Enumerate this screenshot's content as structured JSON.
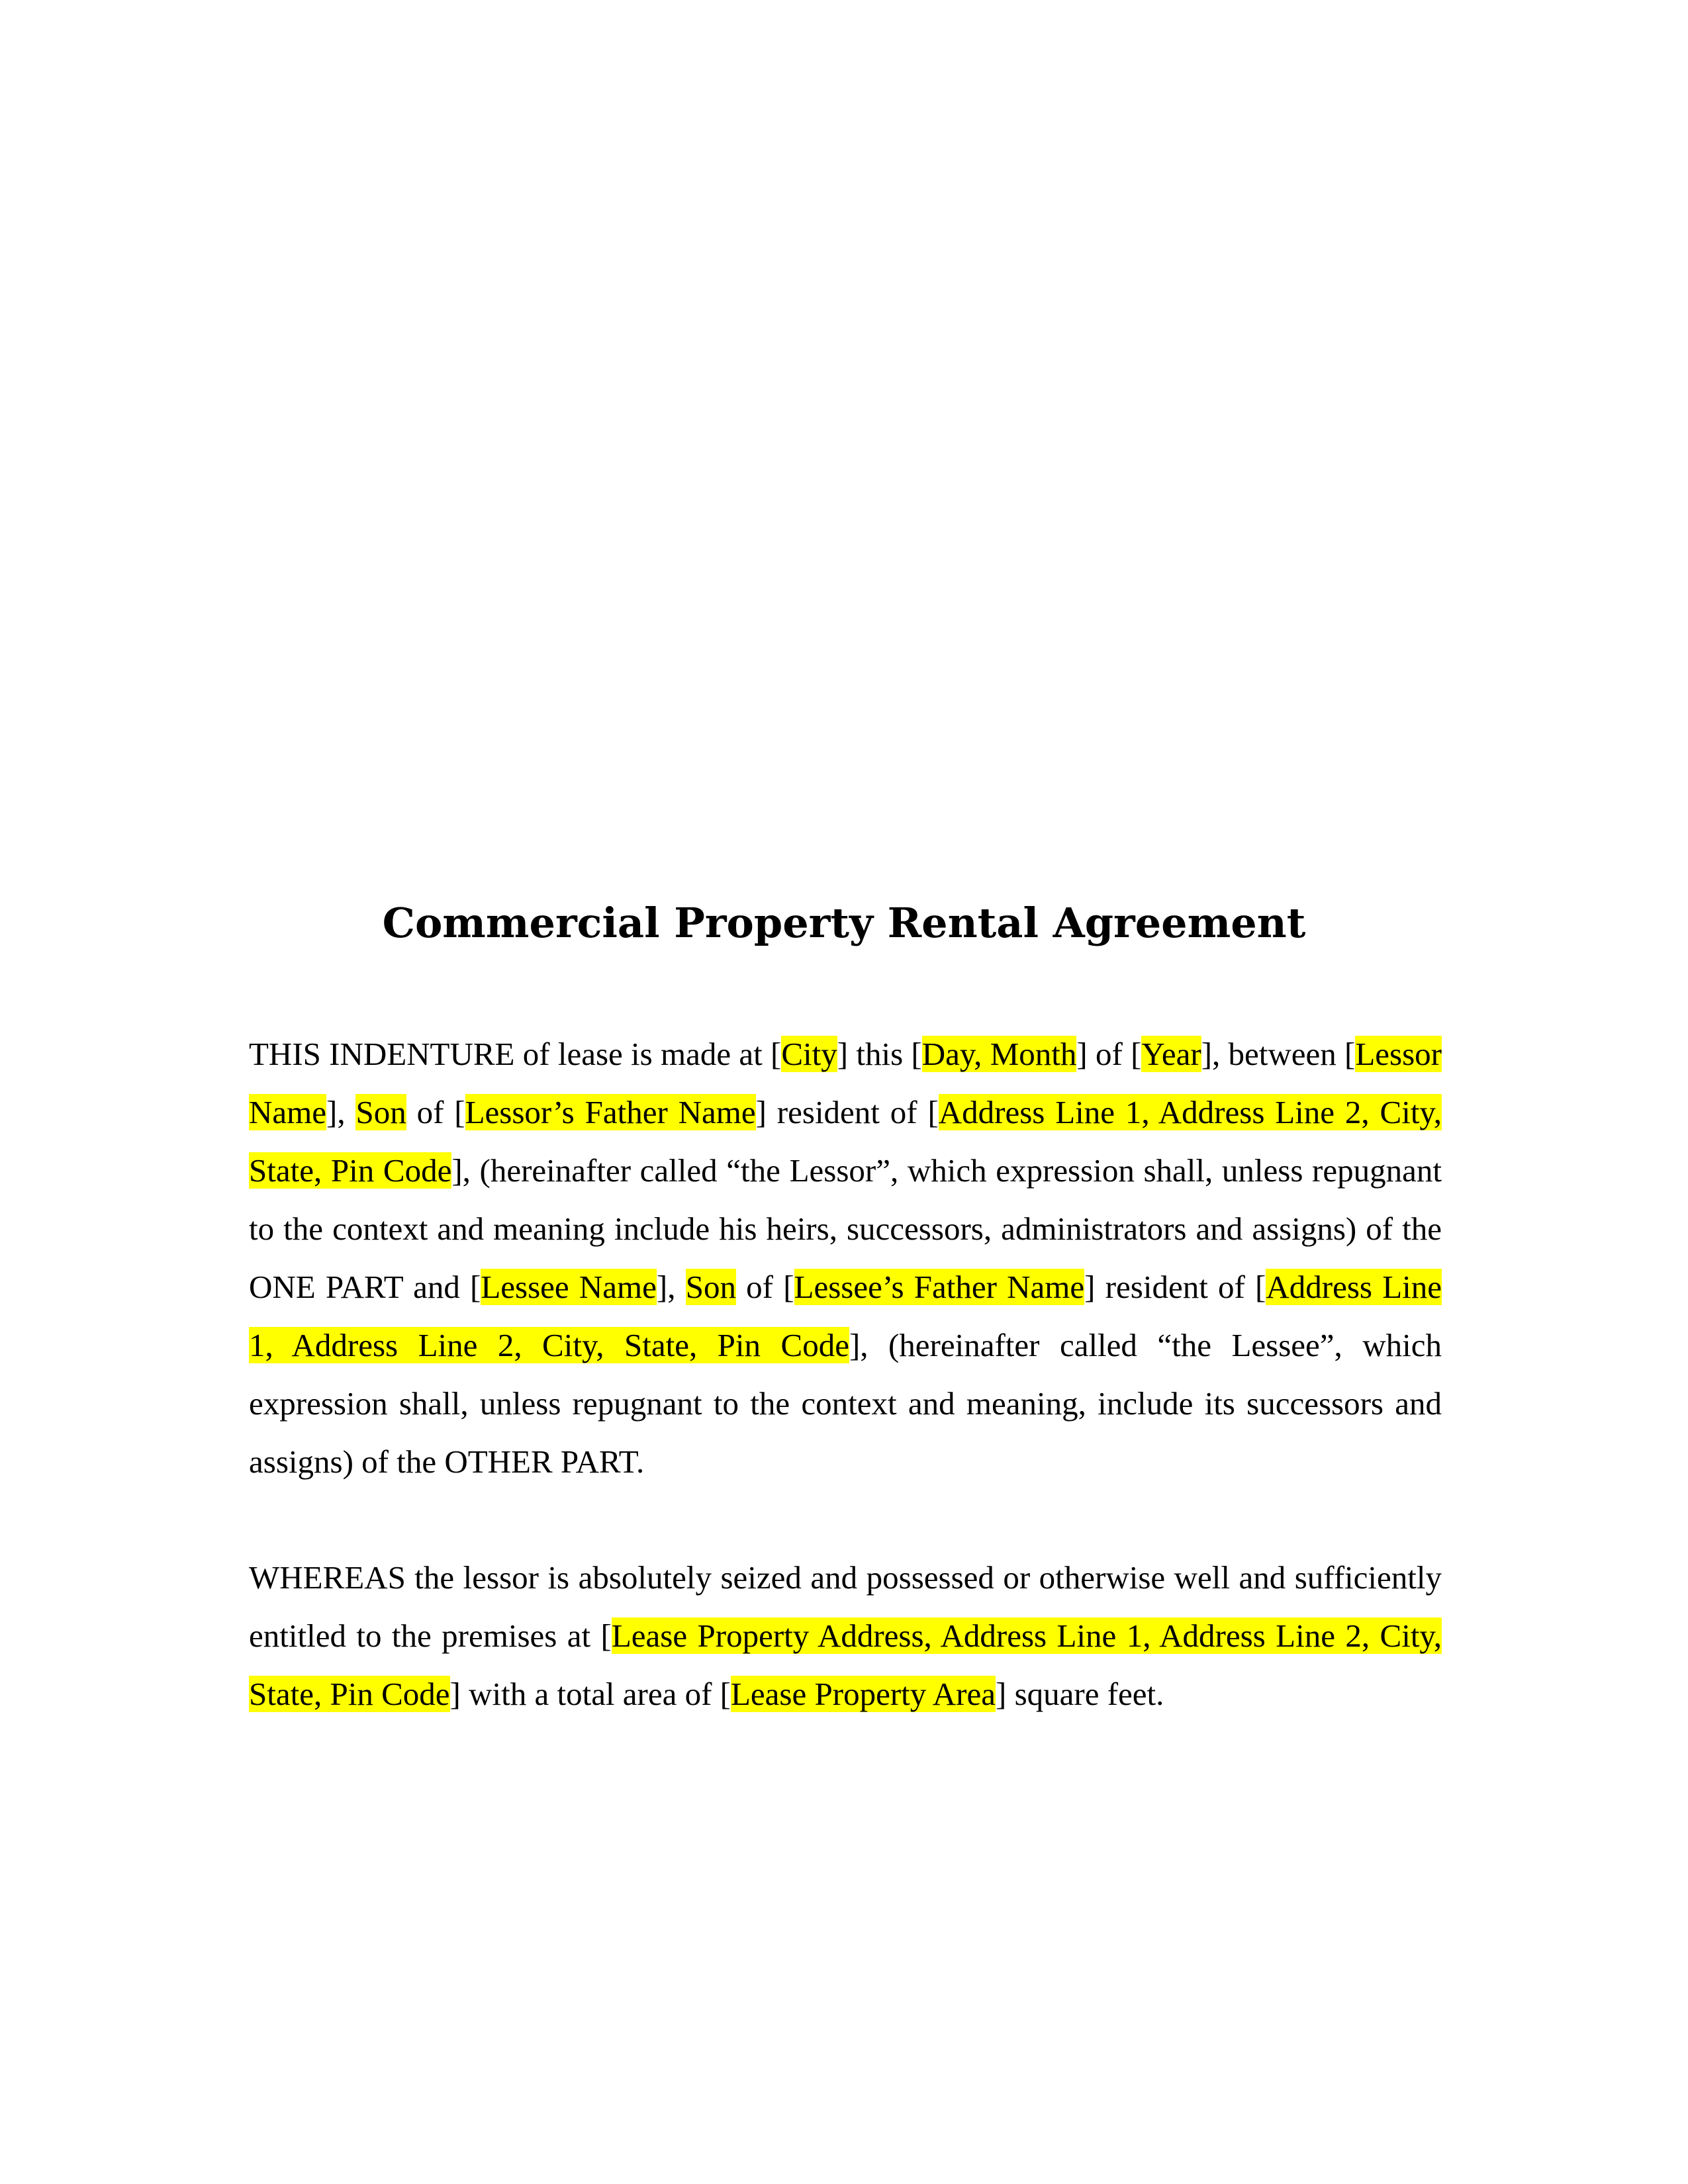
{
  "document": {
    "title": "Commercial Property Rental Agreement",
    "highlight_color": "#ffff00",
    "paragraph_1": [
      {
        "t": "THIS INDENTURE of lease is made at [",
        "h": false
      },
      {
        "t": "City",
        "h": true
      },
      {
        "t": "] this [",
        "h": false
      },
      {
        "t": "Day, Month",
        "h": true
      },
      {
        "t": "] of [",
        "h": false
      },
      {
        "t": "Year",
        "h": true
      },
      {
        "t": "], between [",
        "h": false
      },
      {
        "t": "Lessor Name",
        "h": true
      },
      {
        "t": "], ",
        "h": false
      },
      {
        "t": "Son",
        "h": true
      },
      {
        "t": " of [",
        "h": false
      },
      {
        "t": "Lessor’s Father Name",
        "h": true
      },
      {
        "t": "] resident of [",
        "h": false
      },
      {
        "t": "Address Line 1, Address Line 2, City, State, Pin Code",
        "h": true
      },
      {
        "t": "],  (hereinafter called “the Lessor”, which expression shall, unless repugnant to the context and meaning include his heirs, successors, administrators and assigns) of the ONE PART and [",
        "h": false
      },
      {
        "t": "Lessee Name",
        "h": true
      },
      {
        "t": "], ",
        "h": false
      },
      {
        "t": "Son",
        "h": true
      },
      {
        "t": " of [",
        "h": false
      },
      {
        "t": "Lessee’s Father Name",
        "h": true
      },
      {
        "t": "] resident of [",
        "h": false
      },
      {
        "t": "Address Line 1, Address Line 2, City, State, Pin Code",
        "h": true
      },
      {
        "t": "], (hereinafter called “the Lessee”, which expression shall, unless repugnant to the context and meaning, include its successors and assigns) of the OTHER PART.",
        "h": false
      }
    ],
    "paragraph_2": [
      {
        "t": "WHEREAS the lessor is absolutely seized and possessed or otherwise well and sufficiently entitled to the premises at [",
        "h": false
      },
      {
        "t": "Lease Property Address, Address Line 1, Address Line 2, City, State, Pin Code",
        "h": true
      },
      {
        "t": "] with a total area of [",
        "h": false
      },
      {
        "t": "Lease Property Area",
        "h": true
      },
      {
        "t": "] square feet.",
        "h": false
      }
    ]
  }
}
